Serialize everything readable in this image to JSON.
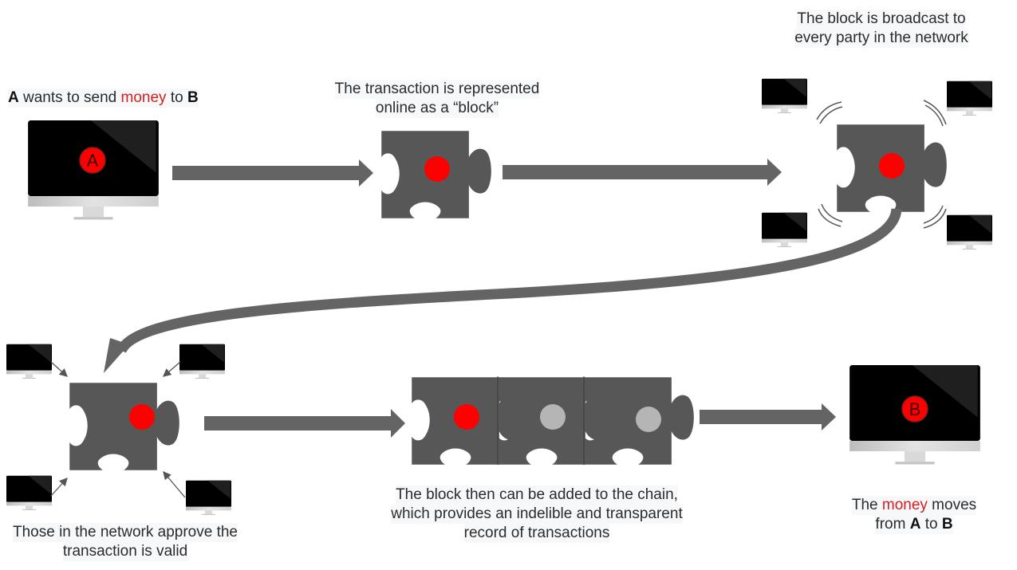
{
  "colors": {
    "piece": "#575757",
    "arrow": "#646464",
    "dot_active": "#ff0000",
    "dot_inactive": "#b5b5b5",
    "highlight_text": "#d62020"
  },
  "steps": [
    {
      "id": "step1",
      "caption": {
        "a": "A",
        "t1": " wants to send ",
        "money": "money",
        "t2": " to ",
        "b": "B"
      },
      "icon": "computer-icon",
      "badge": "A"
    },
    {
      "id": "step2",
      "caption": {
        "line1": "The transaction is represented",
        "line2": "online as a “block”"
      },
      "icon": "puzzle-block-icon"
    },
    {
      "id": "step3",
      "caption": {
        "line1": "The block is broadcast to",
        "line2": "every party in the network"
      },
      "icon": "puzzle-block-icon",
      "network_nodes": 4
    },
    {
      "id": "step4",
      "caption": {
        "line1": "Those in the network approve the",
        "line2": "transaction is valid"
      },
      "icon": "puzzle-block-icon",
      "network_nodes": 4
    },
    {
      "id": "step5",
      "caption": {
        "line1": "The block then can be added to the chain,",
        "line2": "which provides an indelible and transparent",
        "line3": "record of transactions"
      },
      "icon": "puzzle-chain-icon",
      "chain_blocks": 3
    },
    {
      "id": "step6",
      "caption": {
        "t1": "The ",
        "money": "money",
        "t2": " moves",
        "t3": "from ",
        "a": "A",
        "t4": " to ",
        "b": "B"
      },
      "icon": "computer-icon",
      "badge": "B"
    }
  ]
}
